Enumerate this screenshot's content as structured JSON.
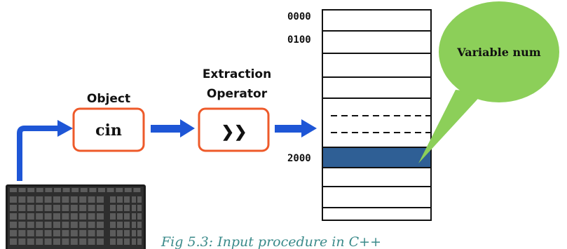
{
  "labels": {
    "object": "Object",
    "extraction_line1": "Extraction",
    "extraction_line2": "Operator"
  },
  "boxes": {
    "cin": "cin",
    "operator_symbol": "❯❯"
  },
  "memory": {
    "addresses": [
      "0000",
      "0100",
      "2000"
    ]
  },
  "callout": {
    "text": "Variable num"
  },
  "caption": "Fig 5.3: Input procedure in C++",
  "colors": {
    "arrow": "#1e56d6",
    "box_border": "#ee5a2a",
    "highlight_cell": "#2f5f95",
    "callout": "#8ccf59",
    "caption": "#3a8a8a"
  },
  "icons": [
    "keyboard-icon"
  ]
}
